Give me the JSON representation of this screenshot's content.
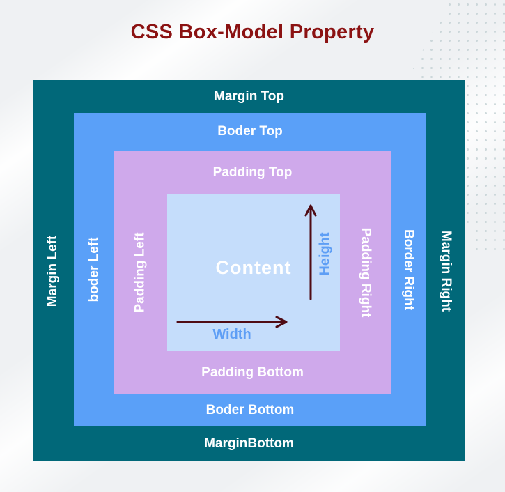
{
  "title": "CSS Box-Model Property",
  "colors": {
    "background": "#eff1f3",
    "margin_box": "#016879",
    "border_box": "#5aa0f8",
    "padding_box": "#cfa9eb",
    "content_box": "#c5ddfb",
    "title_text": "#8b1212",
    "label_text": "#ffffff",
    "dimension_text": "#5e9ef5",
    "arrow": "#4f0b14"
  },
  "labels": {
    "margin": {
      "top": "Margin Top",
      "bottom": "MarginBottom",
      "left": "Margin Left",
      "right": "Margin Right"
    },
    "border": {
      "top": "Boder Top",
      "bottom": "Boder Bottom",
      "left": "boder Left",
      "right": "Border Right"
    },
    "padding": {
      "top": "Padding Top",
      "bottom": "Padding Bottom",
      "left": "Padding Left",
      "right": "Padding Right"
    },
    "content": {
      "label": "Content",
      "width": "Width",
      "height": "Height"
    }
  }
}
